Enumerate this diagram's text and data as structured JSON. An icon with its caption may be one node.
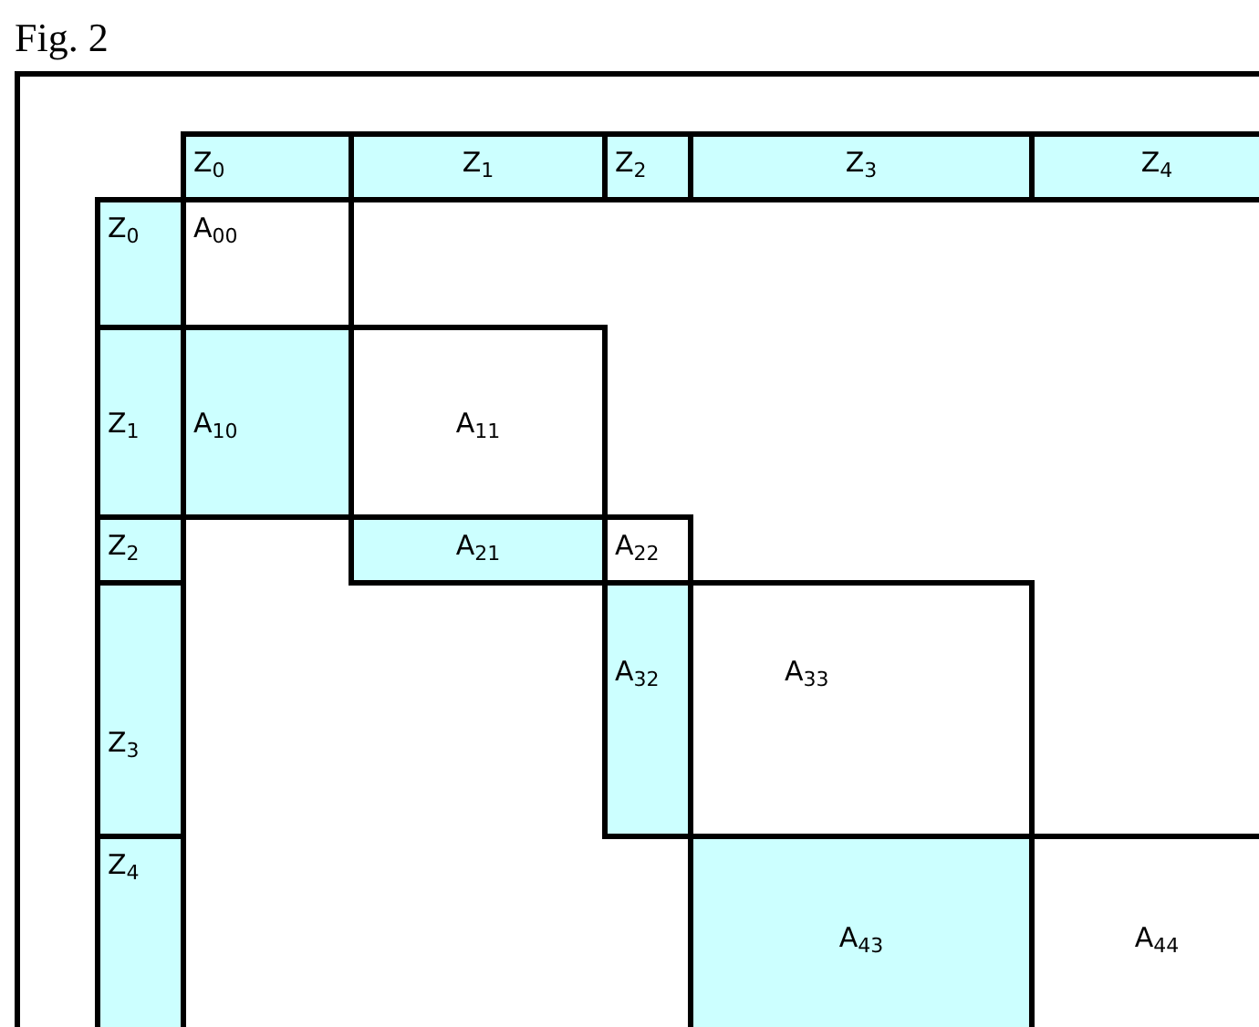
{
  "diagram": {
    "title": "Fig. 2",
    "nodes": [
      {
        "text": [
          "Z$_{0}$"
        ]
      },
      {
        "text": [
          "Z$_{1}$"
        ]
      },
      {
        "text": [
          "Z$_{2}$"
        ]
      },
      {
        "text": [
          "Z$_{3}$"
        ]
      },
      {
        "text": [
          "Z$_{4}$"
        ]
      },
      {
        "text": [
          "Z$_{0}$"
        ]
      },
      {
        "text": [
          "A$_{00}$"
        ]
      },
      {
        "text": [
          "Z$_{1}$"
        ]
      },
      {
        "text": [
          "A$_{10}$"
        ]
      },
      {
        "text": [
          "A$_{11}$"
        ]
      },
      {
        "text": [
          "Z$_{2}$"
        ]
      },
      {
        "text": [
          "A$_{21}$"
        ]
      },
      {
        "text": [
          "A$_{22}$"
        ]
      },
      {
        "text": [
          "A$_{32}$"
        ]
      },
      {
        "text": [
          "A$_{33}$"
        ]
      },
      {
        "text": [
          "Z$_{3}$"
        ]
      },
      {
        "text": [
          "Z$_{4}$"
        ]
      },
      {
        "text": [
          "A$_{43}$"
        ]
      },
      {
        "text": [
          "A$_{44}$"
        ]
      }
    ],
    "edges": []
  }
}
